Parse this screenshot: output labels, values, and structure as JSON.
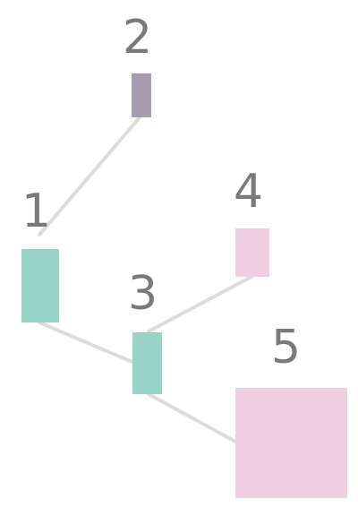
{
  "diagram": {
    "colors": {
      "edge": "#dcdcdc",
      "label": "#7a7a7a",
      "purple": "#a89cb0",
      "teal": "#98d4c6",
      "pink": "#f0cfe0"
    },
    "nodes": [
      {
        "id": "n1",
        "label": "1",
        "color": "#98d4c6"
      },
      {
        "id": "n2",
        "label": "2",
        "color": "#a89cb0"
      },
      {
        "id": "n3",
        "label": "3",
        "color": "#98d4c6"
      },
      {
        "id": "n4",
        "label": "4",
        "color": "#f0cfe0"
      },
      {
        "id": "n5",
        "label": "5",
        "color": "#f0cfe0"
      }
    ],
    "edges": [
      {
        "from": "n1",
        "to": "n2"
      },
      {
        "from": "n1",
        "to": "n3"
      },
      {
        "from": "n3",
        "to": "n4"
      },
      {
        "from": "n3",
        "to": "n5"
      }
    ]
  }
}
